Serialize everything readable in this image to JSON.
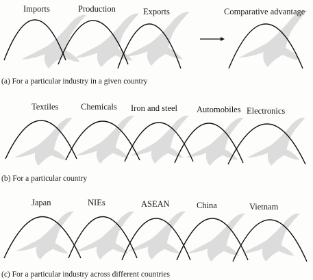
{
  "panels": [
    {
      "labels": [
        "Imports",
        "Production",
        "Exports"
      ],
      "arrow_target": "Comparative advantage",
      "caption": "(a) For a particular industry in a given country"
    },
    {
      "labels": [
        "Textiles",
        "Chemicals",
        "Iron and steel",
        "Automobiles",
        "Electronics"
      ],
      "caption": "(b) For a particular country"
    },
    {
      "labels": [
        "Japan",
        "NIEs",
        "ASEAN",
        "China",
        "Vietnam"
      ],
      "caption": "(c) For a particular industry across different countries"
    }
  ]
}
